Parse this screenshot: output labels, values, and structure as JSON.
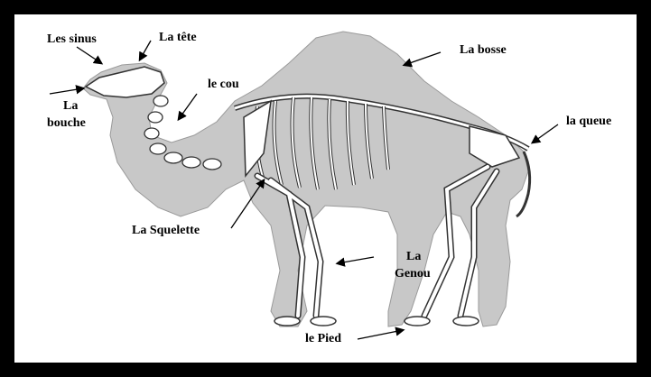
{
  "colors": {
    "background": "#ffffff",
    "frame": "#000000",
    "silhouette": "#c8c8c8",
    "bone": "#ffffff",
    "outline": "#333333"
  },
  "labels": {
    "sinus": "Les sinus",
    "tete": "La tête",
    "bosse": "La bosse",
    "cou": "le cou",
    "bouche_1": "La",
    "bouche_2": "bouche",
    "queue": "la queue",
    "squelette": "La Squelette",
    "genou_1": "La",
    "genou_2": "Genou",
    "pied": "le Pied"
  }
}
